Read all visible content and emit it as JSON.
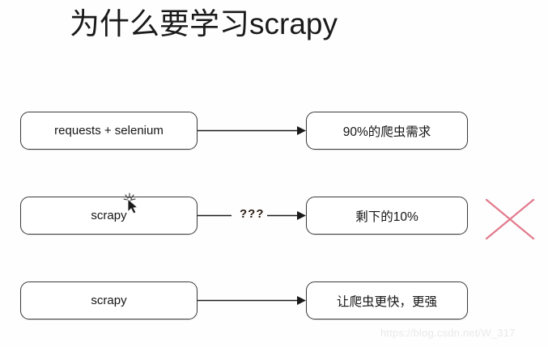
{
  "slide": {
    "title": "为什么要学习scrapy",
    "background_color": "#fefefe",
    "node_border_color": "#3b3b3b",
    "arrow_color": "#1a1a1a",
    "cross_color": "#e2798c",
    "watermark": "https://blog.csdn.net/W_317"
  },
  "rows": [
    {
      "id": "row-1",
      "left_node": "requests + selenium",
      "connector_label": "",
      "right_node": "90%的爬虫需求",
      "has_cross": false
    },
    {
      "id": "row-2",
      "left_node": "scrapy",
      "connector_label": "???",
      "right_node": "剩下的10%",
      "has_cross": true
    },
    {
      "id": "row-3",
      "left_node": "scrapy",
      "connector_label": "",
      "right_node": "让爬虫更快，更强",
      "has_cross": false
    }
  ],
  "icons": {
    "cursor": "busy-pointer-cursor",
    "cross": "red-x-mark"
  }
}
